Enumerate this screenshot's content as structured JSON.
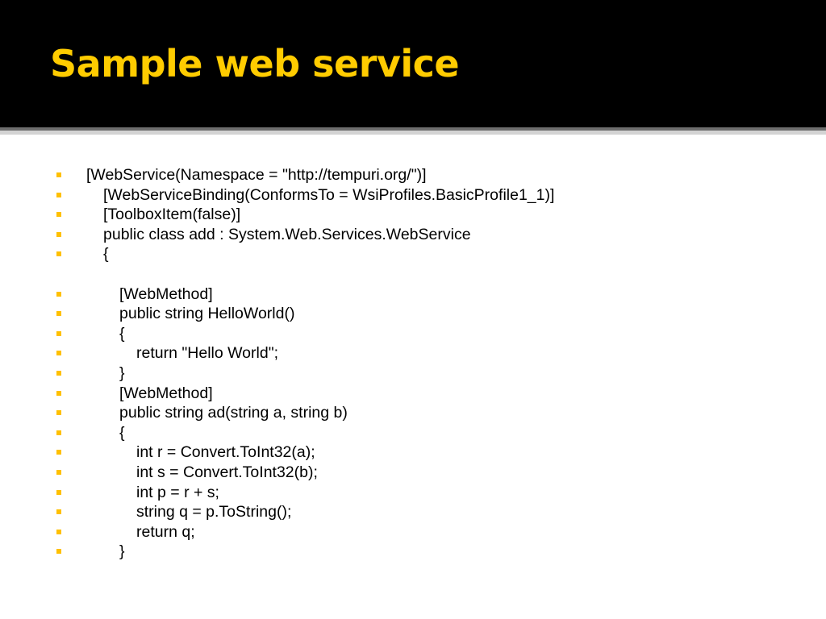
{
  "slide": {
    "title": "Sample web service",
    "colors": {
      "title": "#FFCC00",
      "bullet": "#FFC000",
      "title_background": "#000000",
      "body_text": "#000000"
    },
    "bullet_icon": "square-bullet-icon",
    "lines": [
      {
        "text": "[WebService(Namespace = \"http://tempuri.org/\")]",
        "indent": 0
      },
      {
        "text": "[WebServiceBinding(ConformsTo = WsiProfiles.BasicProfile1_1)]",
        "indent": 1
      },
      {
        "text": "[ToolboxItem(false)]",
        "indent": 1
      },
      {
        "text": "public class add : System.Web.Services.WebService",
        "indent": 1
      },
      {
        "text": "{",
        "indent": 1
      },
      {
        "text": "[WebMethod]",
        "indent": 2
      },
      {
        "text": "public string HelloWorld()",
        "indent": 2
      },
      {
        "text": "{",
        "indent": 2
      },
      {
        "text": "return \"Hello World\";",
        "indent": 3
      },
      {
        "text": "}",
        "indent": 2
      },
      {
        "text": "[WebMethod]",
        "indent": 2
      },
      {
        "text": "public string ad(string a, string b)",
        "indent": 2
      },
      {
        "text": "{",
        "indent": 2
      },
      {
        "text": "int r = Convert.ToInt32(a);",
        "indent": 3
      },
      {
        "text": "int s = Convert.ToInt32(b);",
        "indent": 3
      },
      {
        "text": "int p = r + s;",
        "indent": 3
      },
      {
        "text": "string q = p.ToString();",
        "indent": 3
      },
      {
        "text": "return q;",
        "indent": 3
      },
      {
        "text": "}",
        "indent": 2
      }
    ]
  }
}
